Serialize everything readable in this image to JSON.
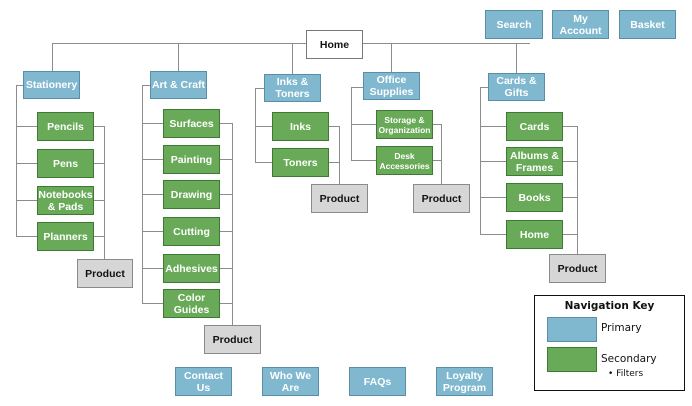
{
  "diagram": {
    "type": "sitemap",
    "home": {
      "label": "Home"
    },
    "utility_nav": [
      {
        "label": "Search"
      },
      {
        "label": "My\nAccount"
      },
      {
        "label": "Basket"
      }
    ],
    "categories": [
      {
        "label": "Stationery",
        "children": [
          "Pencils",
          "Pens",
          "Notebooks\n& Pads",
          "Planners"
        ],
        "product_label": "Product"
      },
      {
        "label": "Art & Craft",
        "children": [
          "Surfaces",
          "Painting",
          "Drawing",
          "Cutting",
          "Adhesives",
          "Color\nGuides"
        ],
        "product_label": "Product"
      },
      {
        "label": "Inks &\nToners",
        "children": [
          "Inks",
          "Toners"
        ],
        "product_label": "Product"
      },
      {
        "label": "Office\nSupplies",
        "children": [
          "Storage &\nOrganization",
          "Desk\nAccessories"
        ],
        "product_label": "Product"
      },
      {
        "label": "Cards &\nGifts",
        "children": [
          "Cards",
          "Albums &\nFrames",
          "Books",
          "Home"
        ],
        "product_label": "Product"
      }
    ],
    "footer_nav": [
      {
        "label": "Contact Us"
      },
      {
        "label": "Who We\nAre"
      },
      {
        "label": "FAQs"
      },
      {
        "label": "Loyalty\nProgram"
      }
    ],
    "legend": {
      "title": "Navigation Key",
      "items": [
        {
          "label": "Primary",
          "color": "#7fb8cf"
        },
        {
          "label": "Secondary",
          "color": "#68aa57",
          "sub": "• Filters"
        }
      ]
    },
    "colors": {
      "primary": "#7fb8cf",
      "secondary": "#68aa57",
      "product": "#d6d6d6",
      "connector": "#8c8c8c"
    }
  }
}
